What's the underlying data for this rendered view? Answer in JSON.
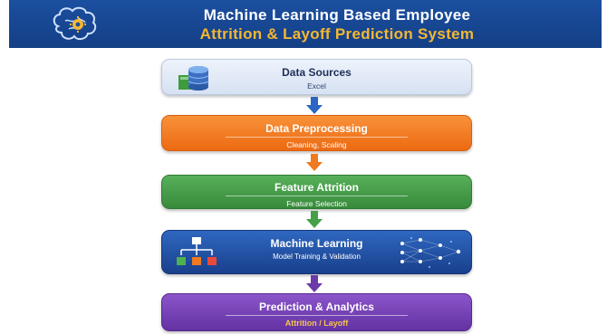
{
  "header": {
    "title_line1": "Machine Learning Based Employee",
    "title_line2": "Attrition & Layoff Prediction System"
  },
  "stages": [
    {
      "title": "Data Sources",
      "subtitle": "Excel"
    },
    {
      "title": "Data Preprocessing",
      "subtitle": "Cleaning, Scaling"
    },
    {
      "title": "Feature Attrition",
      "subtitle": "Feature Selection"
    },
    {
      "title": "Machine Learning",
      "subtitle": "Model Training & Validation"
    },
    {
      "title": "Prediction & Analytics",
      "subtitle": "Attrition / Layoff"
    }
  ],
  "colors": {
    "banner": "#1b4fa0",
    "title_accent": "#f5b731",
    "sources": "#dbe5f4",
    "preprocessing": "#f07a1f",
    "feature": "#45a047",
    "ml": "#2456a8",
    "prediction": "#7444b6",
    "arrow_blue": "#2b66c4",
    "arrow_orange": "#f07a1f",
    "arrow_green": "#45a047",
    "arrow_purple": "#6b3aa8"
  },
  "icons": [
    "brain-gear-icon",
    "database-icon",
    "hierarchy-icon",
    "neural-network-icon"
  ]
}
